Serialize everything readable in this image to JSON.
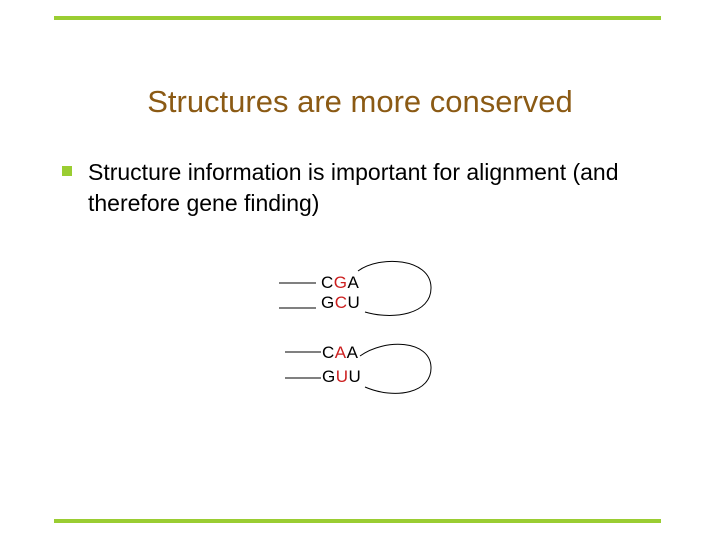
{
  "slide": {
    "title": "Structures are more conserved",
    "bullet": "Structure information is important for alignment (and therefore gene finding)"
  },
  "colors": {
    "title": "#8b5a14",
    "accent": "#9acd32",
    "highlight": "#cc1f1f",
    "text": "#000000"
  },
  "diagram": {
    "hairpin1": {
      "top": {
        "pre": "C",
        "mid": "G",
        "post": "A"
      },
      "bottom": {
        "pre": "G",
        "mid": "C",
        "post": "U"
      }
    },
    "hairpin2": {
      "top": {
        "pre": "C",
        "mid": "A",
        "post": "A"
      },
      "bottom": {
        "pre": "G",
        "mid": "U",
        "post": "U"
      }
    }
  }
}
